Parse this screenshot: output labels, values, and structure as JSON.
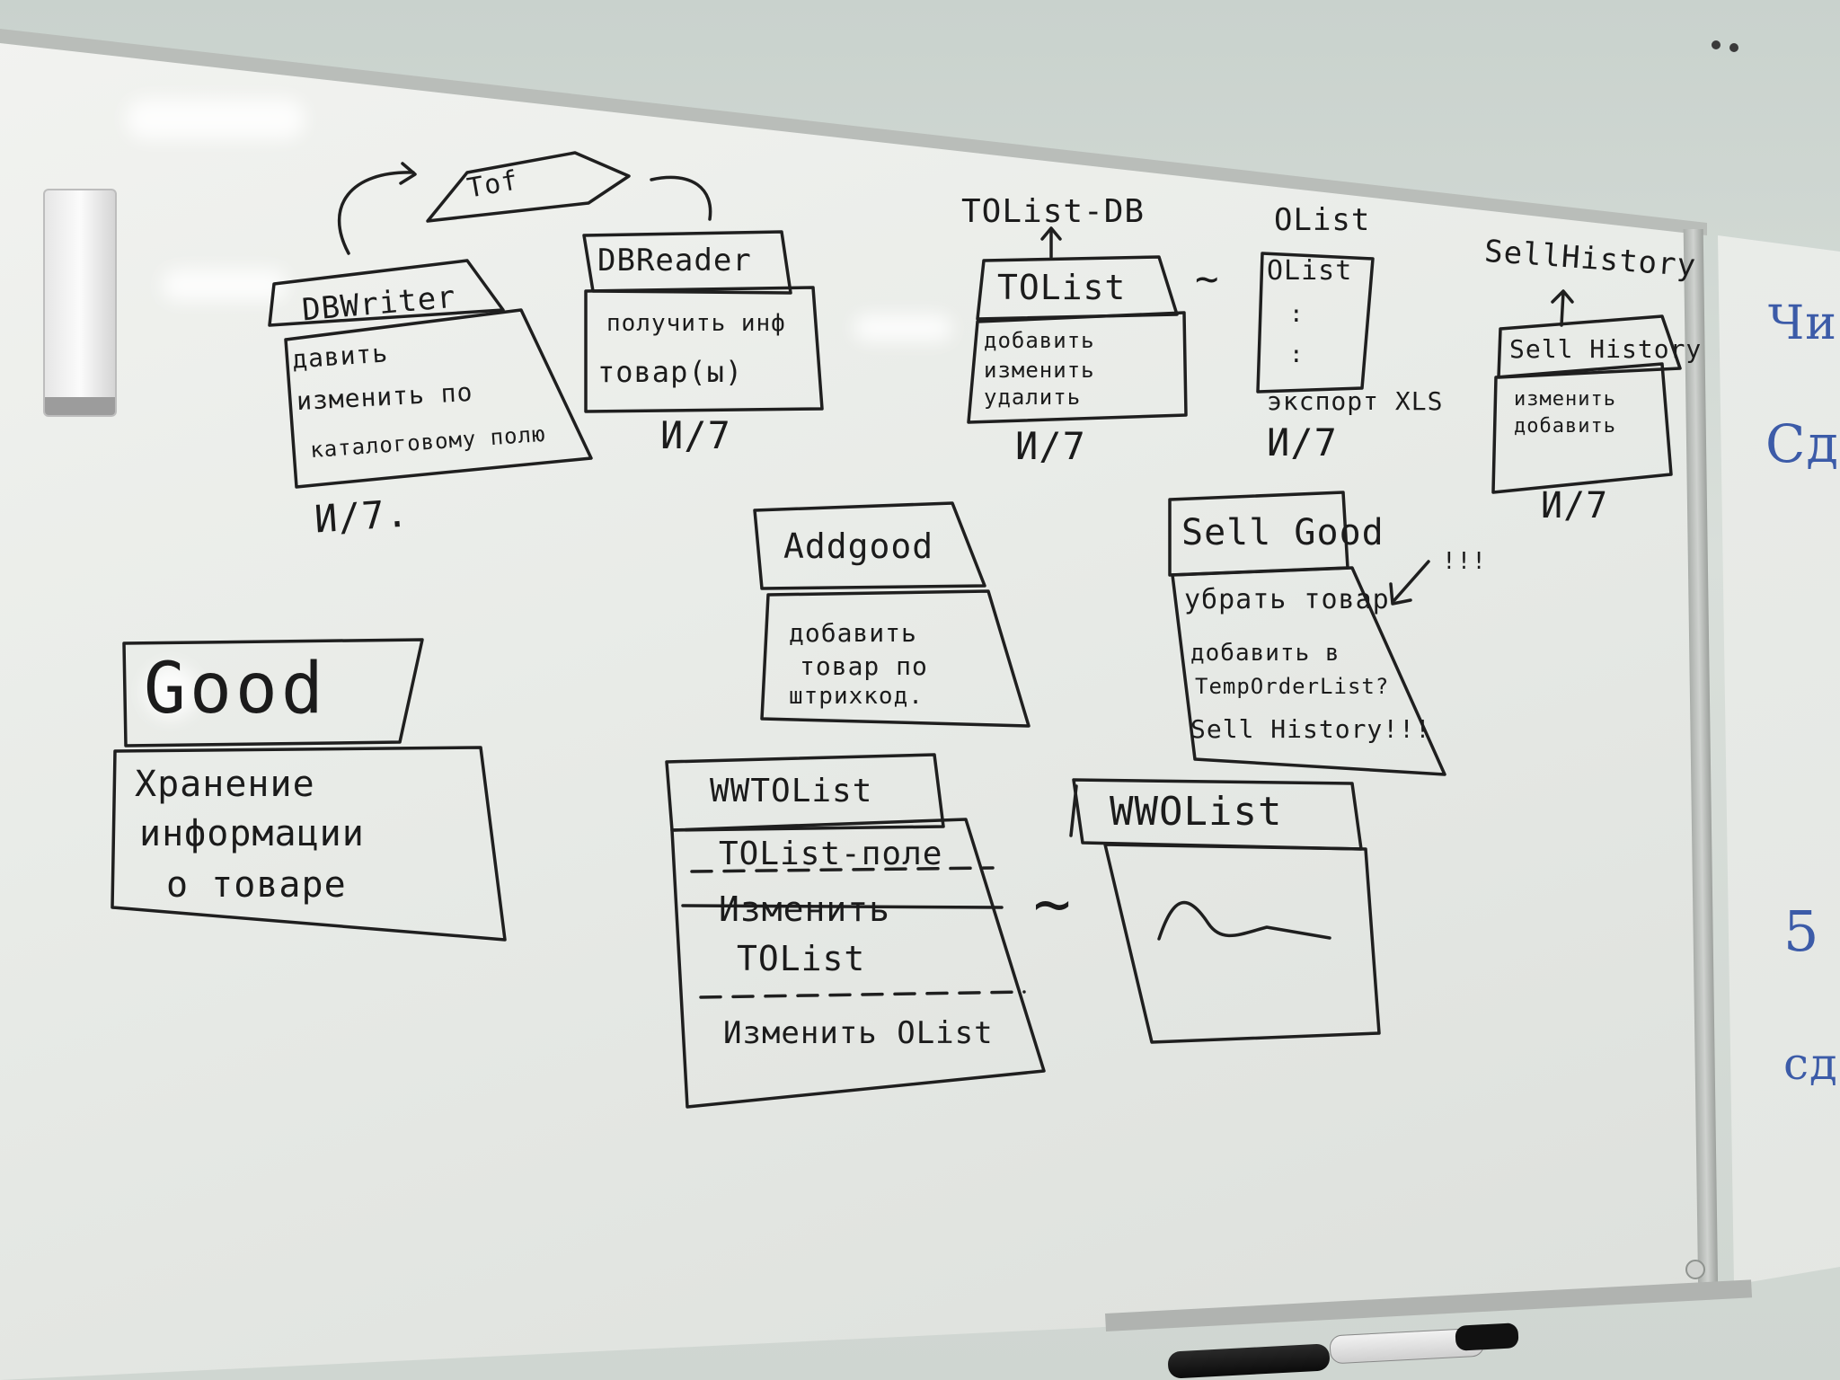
{
  "scene": {
    "colors": {
      "wall": "#d2d9d4",
      "board": "#eceeeb",
      "ink": "#1b1b1b",
      "blue_ink": "#3c5ba8"
    }
  },
  "diagram": {
    "top_center": {
      "label": "Tof"
    },
    "dbwriter": {
      "title": "DBWriter",
      "lines": [
        "давить",
        "изменить по",
        "каталоговому полю"
      ],
      "ui": "И/7."
    },
    "dbreader": {
      "title": "DBReader",
      "lines": [
        "получить инф",
        "товар(ы)"
      ],
      "ui": "И/7"
    },
    "tolist": {
      "top_label": "TOList-DB",
      "title": "TOList",
      "lines": [
        "добавить",
        "изменить",
        "удалить"
      ],
      "ui": "И/7",
      "tilde": "~"
    },
    "olist": {
      "top_label": "OList",
      "title": "OList",
      "dots": [
        ":",
        ":"
      ],
      "export": "экспорт XLS",
      "ui": "И/7"
    },
    "sellhistory": {
      "top_label": "SellHistory",
      "title": "Sell History",
      "lines": [
        "изменить",
        "добавить"
      ],
      "ui": "И/7"
    },
    "addgood": {
      "title": "Addgood",
      "lines": [
        "добавить",
        "товар по",
        "штрихкод."
      ]
    },
    "sellgood": {
      "title": "Sell Good",
      "lines": [
        "убрать товар",
        "добавить в",
        "TempOrderList?",
        "Sell History!!!"
      ],
      "note": "!!!"
    },
    "good": {
      "title": "Good",
      "lines": [
        "Хранение",
        "информации",
        "о товаре"
      ]
    },
    "wwtolist": {
      "title": "WWTOList",
      "lines": [
        "TOList-поле",
        "Изменить",
        "TOList",
        "Изменить OList"
      ],
      "tilde": "~"
    },
    "wwolist": {
      "title": "WWOList"
    }
  },
  "right_board": {
    "fragments": [
      "Чи",
      "Сд",
      "5",
      "сд"
    ]
  }
}
